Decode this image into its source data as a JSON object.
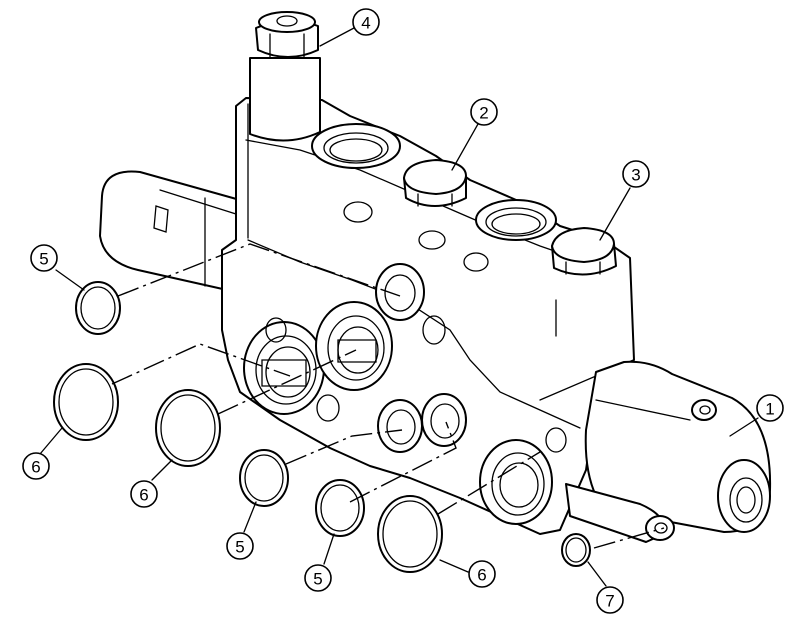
{
  "callouts": {
    "c1": "1",
    "c2": "2",
    "c3": "3",
    "c4": "4",
    "c5a": "5",
    "c5b": "5",
    "c5c": "5",
    "c6a": "6",
    "c6b": "6",
    "c6c": "6",
    "c7": "7"
  }
}
